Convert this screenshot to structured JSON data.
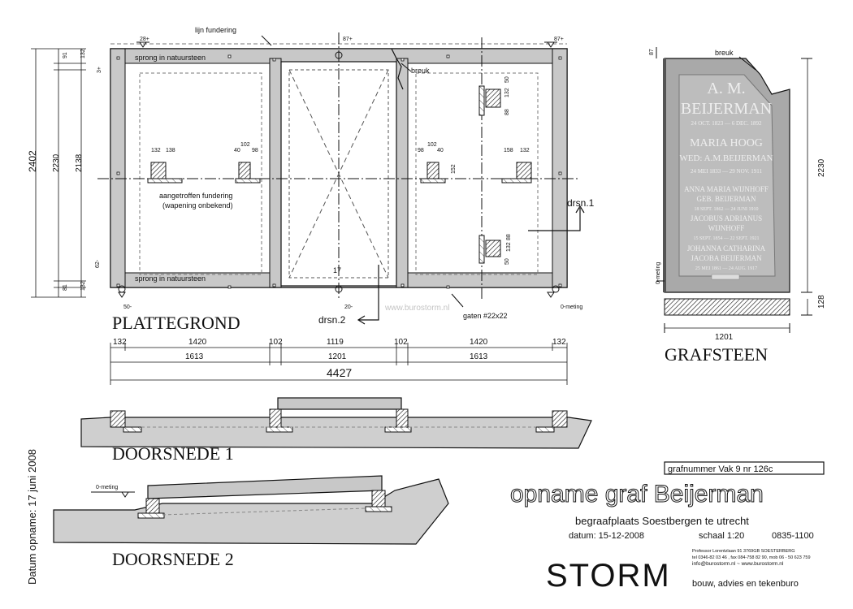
{
  "plan": {
    "title": "PLATTEGROND",
    "lijn_fundering": "lijn fundering",
    "sprong_top": "sprong in natuursteen",
    "sprong_bottom": "sprong in natuursteen",
    "breuk": "breuk",
    "aangetroffen_1": "aangetroffen fundering",
    "aangetroffen_2": "(wapening onbekend)",
    "drsn1": "drsn.1",
    "drsn2": "drsn.2",
    "gaten": "gaten #22x22",
    "nulmeting": "0-meting",
    "watermark": "www.burostorm.nl",
    "lvl_28": "28+",
    "lvl_87a": "87+",
    "lvl_87b": "87+",
    "lvl_3": "3+",
    "lvl_62": "62-",
    "lvl_50": "50-",
    "lvl_20": "20-",
    "lvl_17": "17",
    "dims_left": {
      "d2402": "2402",
      "d2230": "2230",
      "d2138": "2138",
      "d91": "91",
      "d132a": "132",
      "d81": "81",
      "d132b": "132"
    },
    "dims_small": {
      "d132": "132",
      "d138": "138",
      "d102a": "102",
      "d40a": "40",
      "d98a": "98",
      "d102b": "102",
      "d98b": "98",
      "d40b": "40",
      "d152": "152",
      "d158": "158",
      "d132c": "132",
      "d88a": "88",
      "d132d": "132",
      "d50a": "50",
      "d50b": "50",
      "d132e": "132",
      "d88b": "88"
    },
    "dims_bottom_row1": [
      "132",
      "1420",
      "102",
      "1119",
      "102",
      "1420",
      "132"
    ],
    "dims_bottom_row2": [
      "1613",
      "1201",
      "1613"
    ],
    "dims_total": "4427"
  },
  "grafsteen": {
    "title": "GRAFSTEEN",
    "breuk": "breuk",
    "lvl_87": "87",
    "nulmeting": "0-meting",
    "dim_height": "2230",
    "dim_width": "1201",
    "dim_thick": "128",
    "inscription": [
      "A. M.",
      "BEIJERMAN",
      "24 OCT. 1823 — 6 DEC. 1892",
      "MARIA HOOG",
      "WED: A.M.BEIJERMAN",
      "24 MEI 1833 — 29 NOV. 1911",
      "ANNA MARIA WIJNHOFF",
      "GEB. BEIJERMAN",
      "18 SEPT. 1862 — 24 JUNI 1910",
      "JACOBUS ADRIANUS",
      "WIJNHOFF",
      "15 SEPT. 1854 — 22 SEPT. 1921",
      "JOHANNA CATHARINA",
      "JACOBA BEIJERMAN",
      "25 MEI 1861 — 24 AUG. 1917"
    ]
  },
  "sections": {
    "doorsnede1": "DOORSNEDE 1",
    "doorsnede2": "DOORSNEDE 2",
    "nulmeting": "0-meting"
  },
  "side_text": "Datum opname: 17 juni 2008",
  "title_block": {
    "grafnummer": "grafnummer Vak 9 nr 126c",
    "title": "opname graf Beijerman",
    "subtitle": "begraafplaats Soestbergen te utrecht",
    "datum": "datum: 15-12-2008",
    "schaal": "schaal 1:20",
    "code": "0835-1100",
    "company": "STORM",
    "address1": "Professor Lorentzlaan 91 3769GB SOESTERBERG",
    "address2": "tel 0346-82 03 46 , fax 084-758 82 90, mob 06 - 50 623 759",
    "address3": "info@burostorm.nl  ~  www.burostorm.nl",
    "tagline": "bouw, advies en tekenburo"
  },
  "colors": {
    "slab": "#c8c8c8",
    "ground": "#cfcfcf",
    "line": "#111111",
    "stone": "#a9a9a9"
  }
}
